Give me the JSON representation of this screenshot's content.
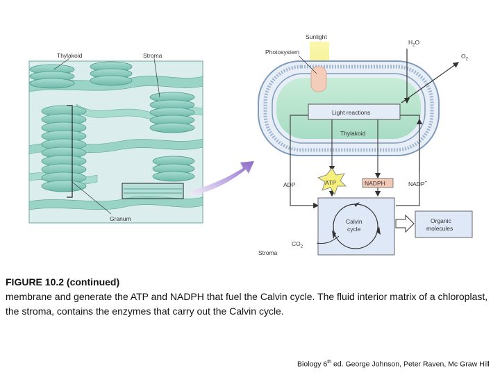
{
  "diagram": {
    "left_panel": {
      "label_thylakoid": "Thylakoid",
      "label_stroma": "Stroma",
      "label_granum": "Granum"
    },
    "right_panel": {
      "label_sunlight": "Sunlight",
      "label_photosystem": "Photosystem",
      "label_h2o_main": "H",
      "label_h2o_sub": "2",
      "label_h2o_tail": "O",
      "label_o2_main": "O",
      "label_o2_sub": "2",
      "light_reactions": "Light reactions",
      "label_thylakoid": "Thylakoid",
      "label_adp": "ADP",
      "label_atp": "ATP",
      "label_nadph": "NADPH",
      "label_nadp_main": "NADP",
      "label_nadp_sup": "+",
      "calvin_line1": "Calvin",
      "calvin_line2": "cycle",
      "organic_line1": "Organic",
      "organic_line2": "molecules",
      "label_co2_main": "CO",
      "label_co2_sub": "2",
      "label_stroma": "Stroma"
    }
  },
  "caption": {
    "heading": "FIGURE 10.2 (continued)",
    "body": "membrane and generate the ATP and NADPH that fuel the Calvin cycle. The fluid interior matrix of a chloroplast, the stroma, contains the enzymes that carry out the Calvin cycle."
  },
  "credit": {
    "prefix": "Biology 6",
    "superscript": "th",
    "suffix": " ed.  George Johnson, Peter Raven, Mc Graw Hill"
  },
  "colors": {
    "stroma_bg": "#dbeeed",
    "thylakoid_disc": "#8fcfc3",
    "thylakoid_dark": "#4e9d8d",
    "membrane_blue": "#8aa8c8",
    "light_box": "#e4ecf7",
    "calvin_box": "#dfe8f6",
    "sunlight": "#f5f08a",
    "nadph_box": "#f3c9b6",
    "arrow_purple": "#9b7fd0"
  }
}
